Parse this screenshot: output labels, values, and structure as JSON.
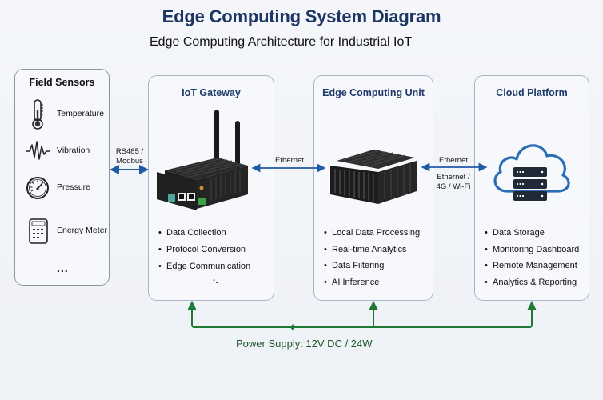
{
  "title": "Edge Computing System Diagram",
  "subtitle": "Edge Computing Architecture for Industrial IoT",
  "field_sensors": {
    "title": "Field Sensors",
    "items": [
      {
        "label": "Temperature",
        "icon": "thermometer-icon"
      },
      {
        "label": "Vibration",
        "icon": "vibration-wave-icon"
      },
      {
        "label": "Pressure",
        "icon": "pressure-gauge-icon"
      },
      {
        "label": "Energy Meter",
        "icon": "energy-meter-icon"
      }
    ],
    "more": "..."
  },
  "links": {
    "sensors_gateway": [
      "RS485 /",
      "Modbus"
    ],
    "gateway_edge": "Ethernet",
    "edge_cloud_top": "Ethernet",
    "edge_cloud_bottom": [
      "Ethernet /",
      "4G / Wi-Fi"
    ]
  },
  "iot_gateway": {
    "title": "IoT Gateway",
    "icon": "gateway-device-icon",
    "bullets": [
      "Data Collection",
      "Protocol Conversion",
      "Edge Communication"
    ],
    "more": "..."
  },
  "edge_unit": {
    "title": "Edge Computing Unit",
    "icon": "edge-computer-icon",
    "bullets": [
      "Local Data Processing",
      "Real-time Analytics",
      "Data Filtering",
      "AI Inference"
    ]
  },
  "cloud": {
    "title": "Cloud Platform",
    "icon": "cloud-server-icon",
    "bullets": [
      "Data Storage",
      "Monitoring Dashboard",
      "Remote Management",
      "Analytics & Reporting"
    ]
  },
  "power": {
    "label": "Power Supply: 12V DC / 24W"
  },
  "colors": {
    "title": "#1c3562",
    "link_arrow": "#1f5aa6",
    "power_line": "#1e7a33",
    "cloud_outline": "#2a6db5"
  }
}
